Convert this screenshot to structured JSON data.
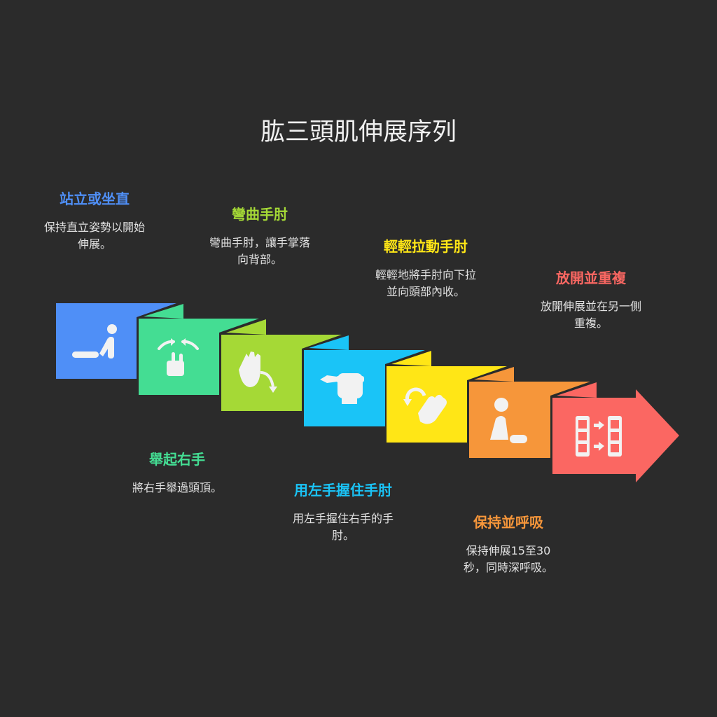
{
  "title": "肱三頭肌伸展序列",
  "steps": [
    {
      "title": "站立或坐直",
      "desc_lines": [
        "保持直立姿勢以開始",
        "伸展。"
      ],
      "color": "#4f8ff7",
      "icon": "sitting-person-icon"
    },
    {
      "title": "舉起右手",
      "desc_lines": [
        "將右手舉過頭頂。"
      ],
      "color": "#44dd93",
      "icon": "hand-raise-gesture-icon"
    },
    {
      "title": "彎曲手肘",
      "desc_lines": [
        "彎曲手肘，讓手掌落",
        "向背部。"
      ],
      "color": "#a5d936",
      "icon": "hand-bend-down-icon"
    },
    {
      "title": "用左手握住手肘",
      "desc_lines": [
        "用左手握住右手的手",
        "肘。"
      ],
      "color": "#1ac4f7",
      "icon": "hand-grip-icon"
    },
    {
      "title": "輕輕拉動手肘",
      "desc_lines": [
        "輕輕地將手肘向下拉",
        "並向頭部內收。"
      ],
      "color": "#ffe616",
      "icon": "hand-rotate-icon"
    },
    {
      "title": "保持並呼吸",
      "desc_lines": [
        "保持伸展15至30",
        "秒，同時深呼吸。"
      ],
      "color": "#f6963a",
      "icon": "kneeling-person-icon"
    },
    {
      "title": "放開並重複",
      "desc_lines": [
        "放開伸展並在另一側",
        "重複。"
      ],
      "color": "#fb6762",
      "icon": "repeat-transfer-icon"
    }
  ]
}
